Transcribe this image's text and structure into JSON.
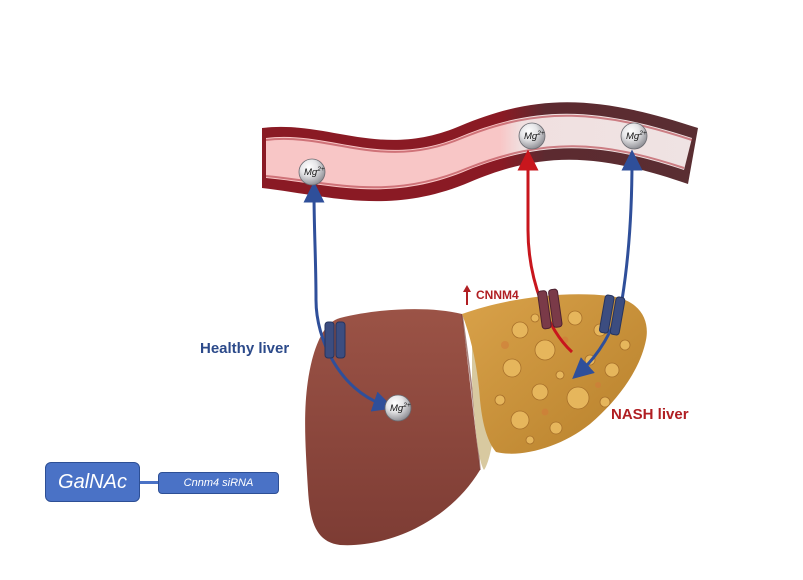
{
  "labels": {
    "healthy": "Healthy liver",
    "nash": "NASH liver",
    "cnnm4": "CNNM4",
    "galnac": "GalNAc",
    "sirna": "Cnnm4 siRNA"
  },
  "ion": {
    "symbol": "Mg",
    "charge": "2+"
  },
  "colors": {
    "healthy_label": "#2c4a8a",
    "nash_label": "#b01e22",
    "cnnm4_label": "#b01e22",
    "blue_arrow": "#2f4f9a",
    "red_arrow": "#c8161d",
    "transporter_blue": "#3c4d80",
    "transporter_red": "#7a3a48",
    "vessel_wall": "#7a1a22",
    "vessel_lumen": "#f7c9c9",
    "liver_healthy": "#8e4a3e",
    "liver_nash": "#c8902e",
    "galnac_box": "#4a72c6"
  }
}
